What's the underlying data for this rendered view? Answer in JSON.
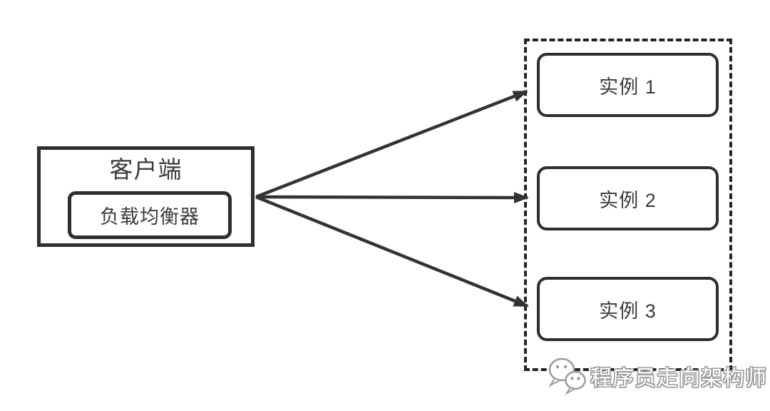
{
  "diagram": {
    "title": "load-balancing-architecture",
    "colors": {
      "background": "#ffffff",
      "line": "#333333",
      "text": "#3a3a3a",
      "watermark_outline": "#9b9b9b"
    },
    "client": {
      "title": "客户端",
      "load_balancer_label": "负载均衡器"
    },
    "cluster": {
      "instances": [
        {
          "label": "实例 1"
        },
        {
          "label": "实例 2"
        },
        {
          "label": "实例 3"
        }
      ]
    },
    "arrows": [
      {
        "from": "负载均衡器",
        "to": "实例 1"
      },
      {
        "from": "负载均衡器",
        "to": "实例 2"
      },
      {
        "from": "负载均衡器",
        "to": "实例 3"
      }
    ],
    "watermark": {
      "icon": "wechat-icon",
      "text": "程序员走向架构师"
    }
  }
}
